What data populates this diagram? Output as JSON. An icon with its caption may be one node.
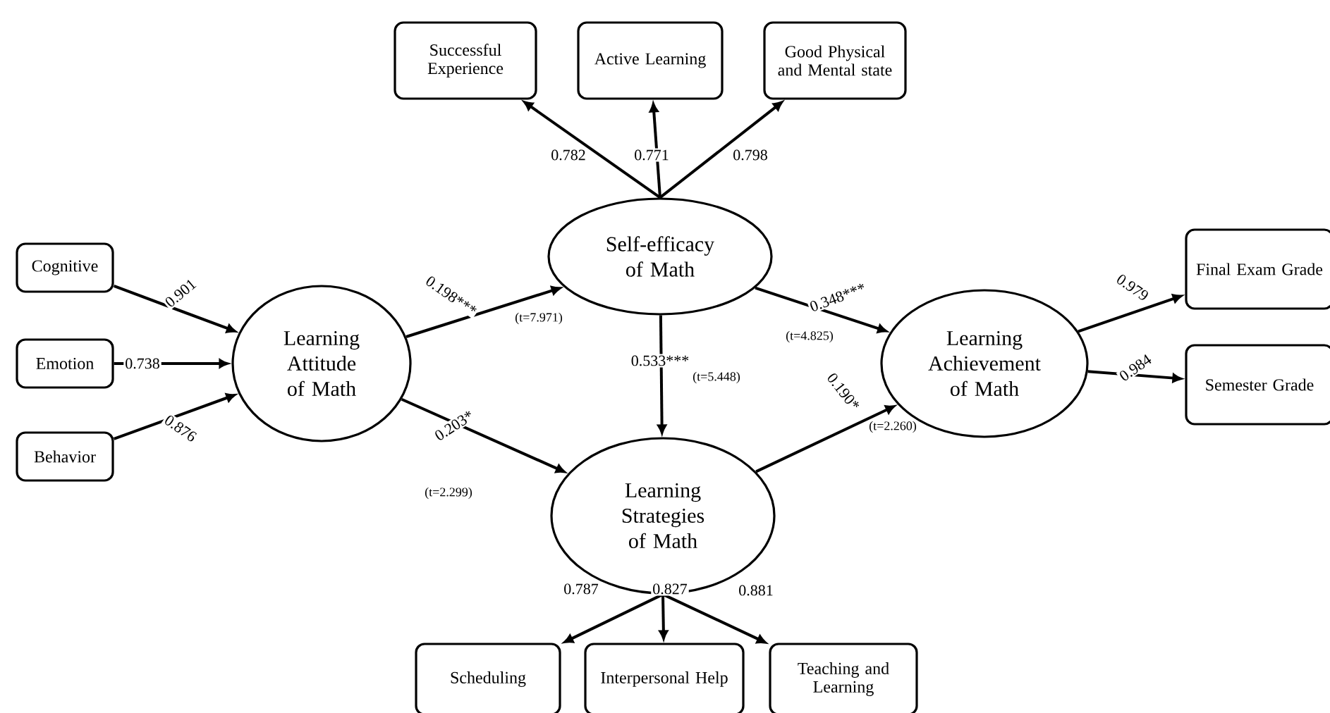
{
  "diagram": {
    "nodes": [
      {
        "text": [
          "Cognitive"
        ]
      },
      {
        "text": [
          "Emotion"
        ]
      },
      {
        "text": [
          "Behavior"
        ]
      },
      {
        "text": [
          "Learning Attitude of Math"
        ]
      },
      {
        "text": [
          "Self-efficacy of Math"
        ]
      },
      {
        "text": [
          "Learning Strategies of Math"
        ]
      },
      {
        "text": [
          "Learning Achievement of Math"
        ]
      },
      {
        "text": [
          "Final Exam Grade"
        ]
      },
      {
        "text": [
          "Semester Grade"
        ]
      },
      {
        "text": [
          "Successful Experience"
        ]
      },
      {
        "text": [
          "Active Learning"
        ]
      },
      {
        "text": [
          "Good Physical and Mental state"
        ]
      },
      {
        "text": [
          "Scheduling"
        ]
      },
      {
        "text": [
          "Interpersonal Help"
        ]
      },
      {
        "text": [
          "Teaching and Learning"
        ]
      }
    ],
    "edges": [
      {
        "from": 0,
        "to": 3,
        "arrow": "to",
        "label": "0.901"
      },
      {
        "from": 1,
        "to": 3,
        "arrow": "to",
        "label": "0.738"
      },
      {
        "from": 2,
        "to": 3,
        "arrow": "to",
        "label": "0.876"
      },
      {
        "from": 3,
        "to": 4,
        "arrow": "to",
        "label": "0.198***"
      },
      {
        "from": 3,
        "to": 5,
        "arrow": "to",
        "label": "0.203*"
      },
      {
        "from": 4,
        "to": 5,
        "arrow": "to",
        "label": "0.533***"
      },
      {
        "from": 4,
        "to": 6,
        "arrow": "to",
        "label": "0.348***"
      },
      {
        "from": 5,
        "to": 6,
        "arrow": "to",
        "label": "0.190*"
      },
      {
        "from": 6,
        "to": 7,
        "arrow": "to",
        "label": "0.979"
      },
      {
        "from": 6,
        "to": 8,
        "arrow": "to",
        "label": "0.984"
      },
      {
        "from": 4,
        "to": 9,
        "arrow": "to",
        "label": "0.782"
      },
      {
        "from": 4,
        "to": 10,
        "arrow": "to",
        "label": "0.771"
      },
      {
        "from": 4,
        "to": 11,
        "arrow": "to",
        "label": "0.798"
      },
      {
        "from": 5,
        "to": 12,
        "arrow": "to",
        "label": "0.787"
      },
      {
        "from": 5,
        "to": 13,
        "arrow": "to",
        "label": "0.827"
      },
      {
        "from": 5,
        "to": 14,
        "arrow": "to",
        "label": "0.881"
      }
    ],
    "labels": [
      "(t=7.971)",
      "(t=2.299)",
      "(t=5.448)",
      "(t=4.825)",
      "(t=2.260)"
    ]
  }
}
